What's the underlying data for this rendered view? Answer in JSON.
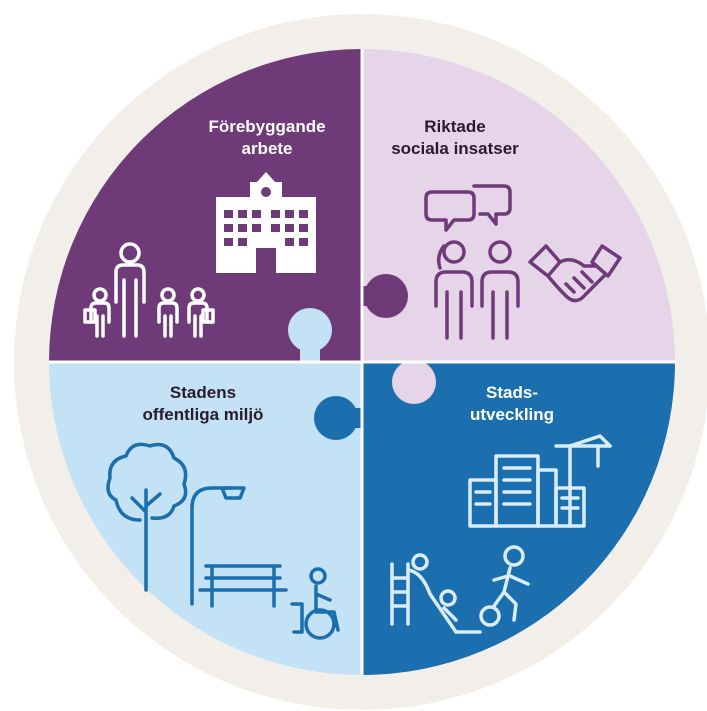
{
  "diagram": {
    "quadrants": [
      {
        "id": "top-left",
        "line1": "Förebyggande",
        "line2": "arbete",
        "color": "#6e3a78"
      },
      {
        "id": "top-right",
        "line1": "Riktade",
        "line2": "sociala insatser",
        "color": "#e6d5e9"
      },
      {
        "id": "bottom-left",
        "line1": "Stadens",
        "line2": "offentliga miljö",
        "color": "#c3e2f6"
      },
      {
        "id": "bottom-right",
        "line1": "Stads-",
        "line2": "utveckling",
        "color": "#1b6fae"
      }
    ],
    "ring_color": "#f2efea",
    "icons": {
      "top-left": [
        "family-icon",
        "school-building-icon"
      ],
      "top-right": [
        "speech-bubbles-icon",
        "two-people-icon",
        "handshake-icon"
      ],
      "bottom-left": [
        "tree-icon",
        "street-lamp-icon",
        "park-bench-icon",
        "wheelchair-user-icon"
      ],
      "bottom-right": [
        "city-buildings-icon",
        "construction-crane-icon",
        "playground-slide-icon",
        "child-with-ball-icon"
      ]
    }
  }
}
